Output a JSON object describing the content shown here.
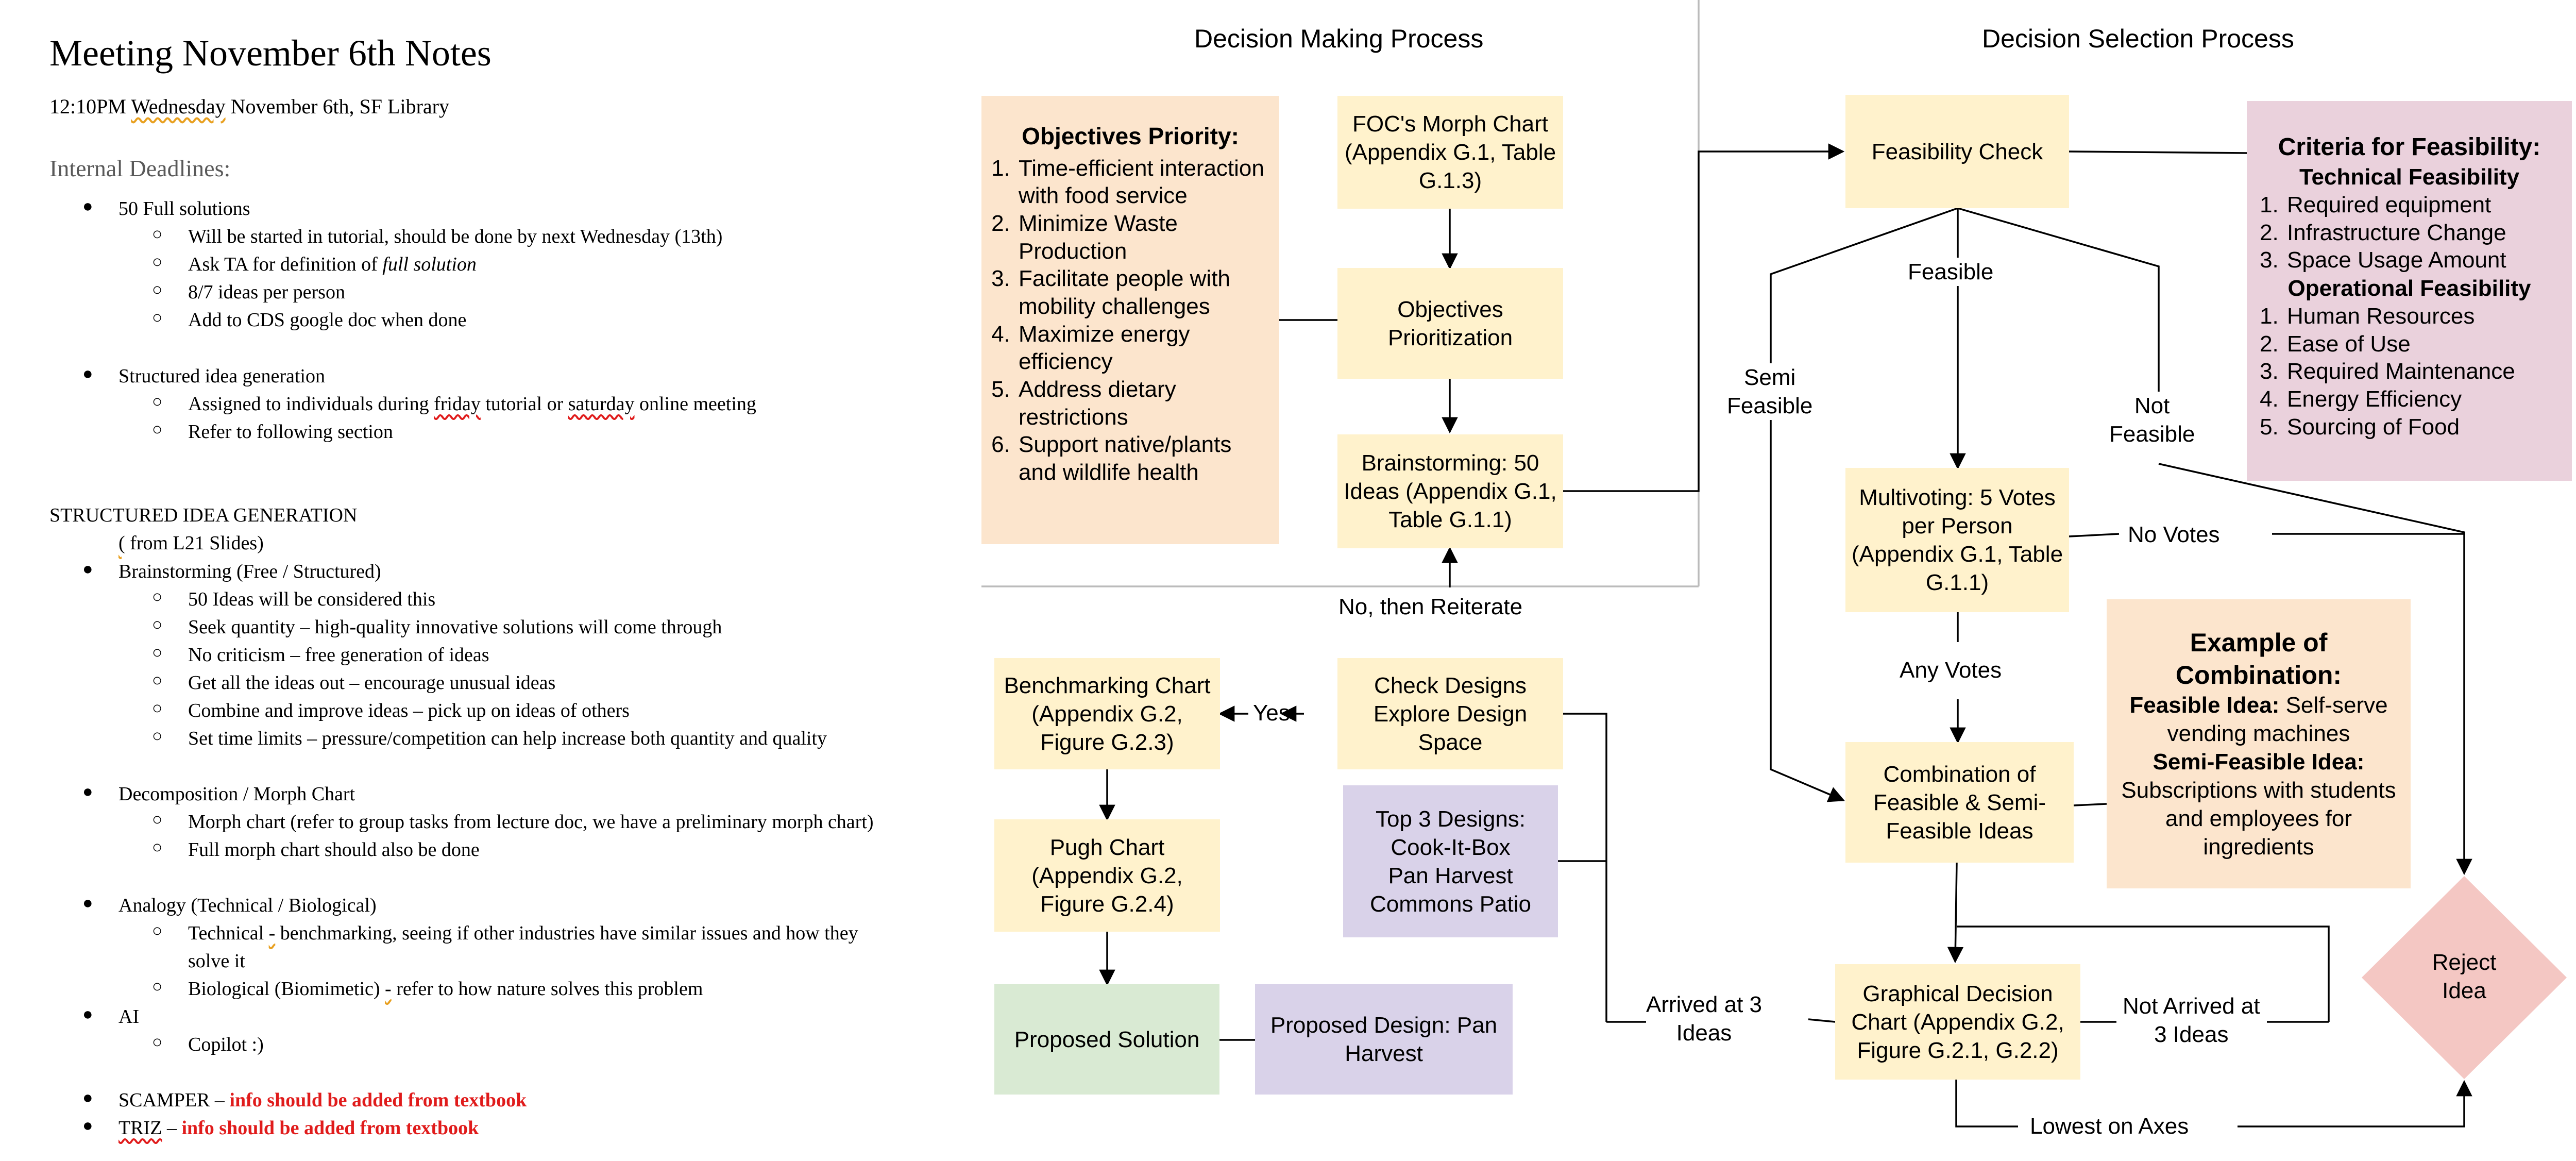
{
  "notes": {
    "title": "Meeting November 6th Notes",
    "subtitle_time": "12:10PM ",
    "subtitle_day": "Wednesday",
    "subtitle_rest": " November 6th, SF Library",
    "deadlines_heading": "Internal Deadlines:",
    "deadline_1": "50 Full solutions",
    "deadline_1a": "Will be started in tutorial, should be done by next Wednesday (13th)",
    "deadline_1b_pre": "Ask TA for definition of ",
    "deadline_1b_em": "full solution",
    "deadline_1c": "8/7 ideas per person",
    "deadline_1d": "Add to CDS google doc when done",
    "deadline_2": "Structured idea generation",
    "deadline_2a_pre": "Assigned to individuals during ",
    "deadline_2a_friday": "friday",
    "deadline_2a_mid": " tutorial or ",
    "deadline_2a_saturday": "saturday",
    "deadline_2a_post": " online meeting",
    "deadline_2b": "Refer to following section",
    "sig_heading": "STRUCTURED IDEA GENERATION",
    "sig_source_paren": "(",
    "sig_source": " from L21 Slides)",
    "brainstorm": "Brainstorming (Free / Structured)",
    "brainstorm_a": "50 Ideas will be considered this",
    "brainstorm_b": "Seek quantity – high-quality innovative solutions will come through",
    "brainstorm_c": "No criticism – free generation of ideas",
    "brainstorm_d": "Get all the ideas out – encourage unusual ideas",
    "brainstorm_e": "Combine and improve ideas – pick up on ideas of others",
    "brainstorm_f": "Set time limits – pressure/competition can help increase both quantity and quality",
    "decomp": "Decomposition / Morph Chart",
    "decomp_a": "Morph chart (refer to group tasks from lecture doc, we have a preliminary morph chart)",
    "decomp_b": "Full morph chart should also be done",
    "analogy": "Analogy (Technical / Biological)",
    "analogy_a_pre": "Technical ",
    "analogy_a_dash": "-",
    "analogy_a_post": " benchmarking, seeing if other industries have similar issues and how they",
    "analogy_a_cont": "solve it",
    "analogy_b_pre": "Biological (Biomimetic) ",
    "analogy_b_dash": "-",
    "analogy_b_post": " refer to how nature solves this problem",
    "ai": "AI",
    "ai_a": "Copilot :)",
    "scamper": "SCAMPER – ",
    "scamper_note": "info should be added from textbook",
    "triz": "TRIZ",
    "triz_sep": "  – ",
    "triz_note": "info should be added from textbook"
  },
  "making": {
    "title": "Decision Making Process",
    "objectives_heading": "Objectives Priority:",
    "objectives": [
      "Time-efficient interaction with food service",
      "Minimize Waste Production",
      "Facilitate people with mobility challenges",
      "Maximize energy efficiency",
      "Address dietary restrictions",
      "Support native/plants and wildlife health"
    ],
    "morph": "FOC's Morph Chart (Appendix G.1, Table G.1.3)",
    "prioritization": "Objectives Prioritization",
    "brainstorming": "Brainstorming: 50 Ideas (Appendix G.1, Table G.1.1)",
    "reiterate": "No, then Reiterate",
    "check": "Check Designs Explore Design Space",
    "yes": "Yes",
    "benchmarking": "Benchmarking Chart (Appendix G.2, Figure G.2.3)",
    "pugh": "Pugh Chart (Appendix G.2, Figure G.2.4)",
    "top3_heading": "Top 3 Designs:",
    "top3": [
      "Cook-It-Box",
      "Pan Harvest",
      "Commons Patio"
    ],
    "proposed_solution": "Proposed Solution",
    "proposed_design": "Proposed Design: Pan Harvest"
  },
  "selection": {
    "title": "Decision Selection Process",
    "feasibility_check": "Feasibility Check",
    "criteria_heading": "Criteria for Feasibility:",
    "technical_heading": "Technical Feasibility",
    "technical": [
      "Required equipment",
      "Infrastructure Change",
      "Space Usage Amount"
    ],
    "operational_heading": "Operational Feasibility",
    "operational": [
      "Human Resources",
      "Ease of Use",
      "Required Maintenance",
      "Energy Efficiency",
      "Sourcing of Food"
    ],
    "feasible": "Feasible",
    "semi_feasible": "Semi\nFeasible",
    "not_feasible": "Not\nFeasible",
    "multivoting": "Multivoting: 5 Votes per Person (Appendix G.1, Table G.1.1)",
    "no_votes": "No Votes",
    "any_votes": "Any Votes",
    "combination": "Combination of Feasible & Semi-Feasible Ideas",
    "example_heading": "Example of Combination:",
    "example_feasible_label": "Feasible Idea:",
    "example_feasible": " Self-serve vending machines",
    "example_semi_label": "Semi-Feasible Idea:",
    "example_semi": " Subscriptions with students and employees for ingredients",
    "graphical": "Graphical Decision Chart (Appendix G.2, Figure G.2.1, G.2.2)",
    "arrived": "Arrived at 3\nIdeas",
    "not_arrived": "Not Arrived at\n3 Ideas",
    "lowest": "Lowest on Axes",
    "reject": "Reject\nIdea"
  },
  "colors": {
    "yellow": "#fff2cc",
    "orange": "#fce5cd",
    "purple": "#d9d2e9",
    "green": "#d9ead3",
    "pink": "#ead1dc",
    "reject": "#f4c7c3",
    "alert_red": "#e01b1b"
  }
}
